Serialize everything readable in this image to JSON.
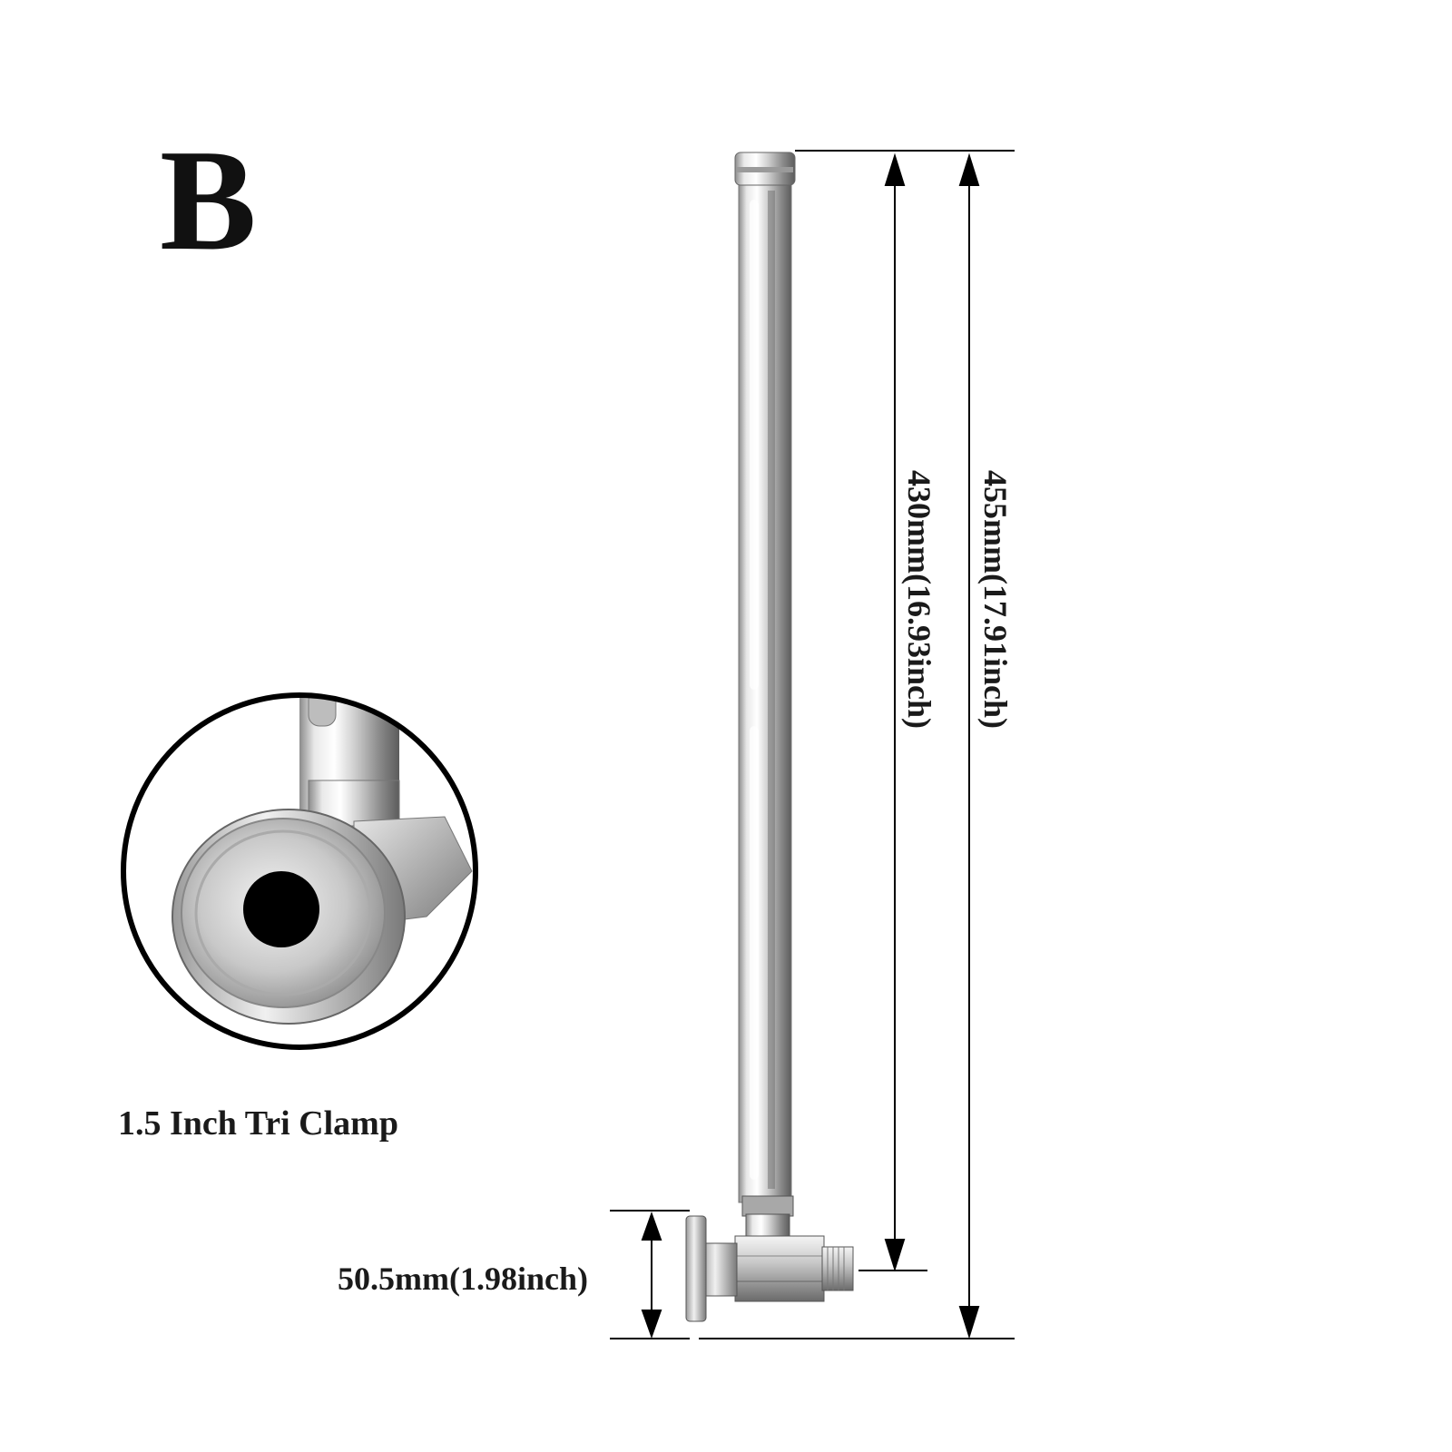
{
  "variant_label": "B",
  "caption": "1.5 Inch Tri Clamp",
  "dimensions": {
    "flange_width": "50.5mm(1.98inch)",
    "inner_length": "430mm(16.93inch)",
    "total_length": "455mm(17.91inch)"
  },
  "colors": {
    "background": "#ffffff",
    "text": "#1a1a1a",
    "steel_light": "#f2f2f2",
    "steel_mid": "#bdbdbd",
    "steel_dark": "#6e6e6e",
    "outline": "#000000"
  }
}
